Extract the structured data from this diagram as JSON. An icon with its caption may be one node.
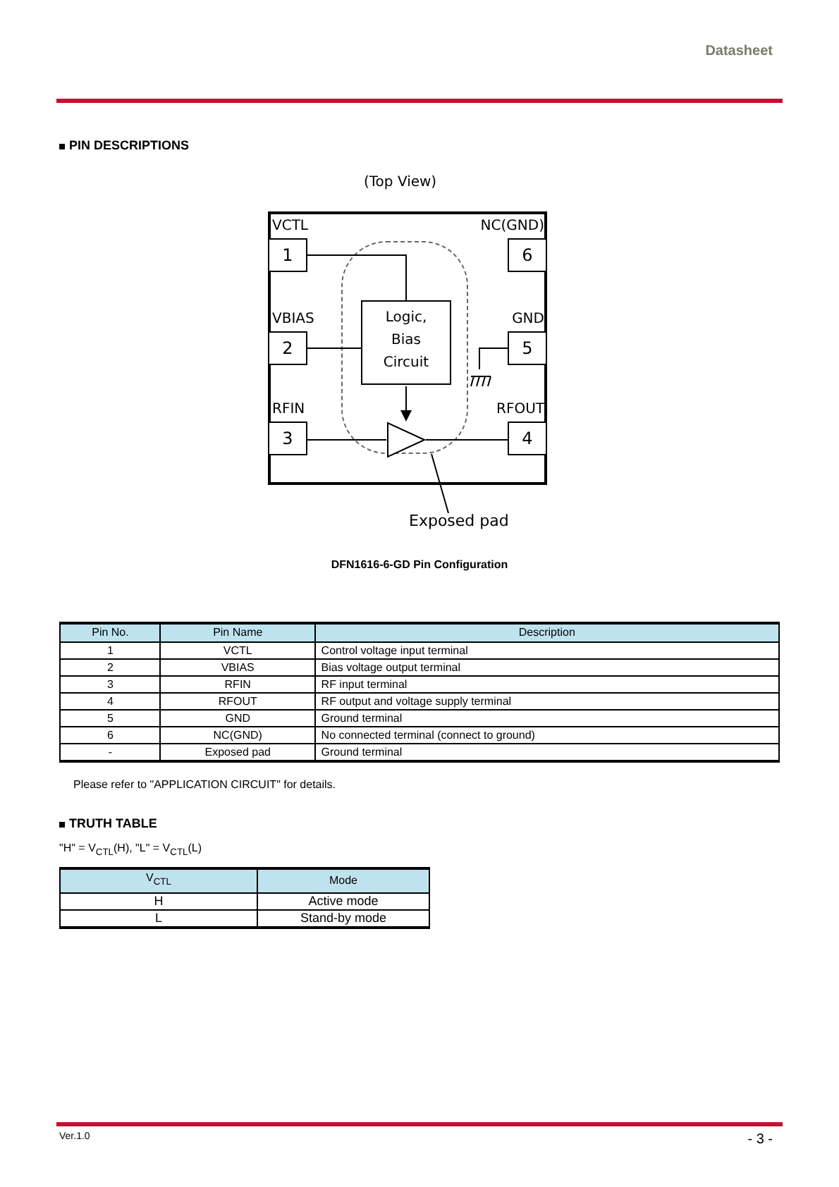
{
  "diagram": {
    "nodes": [
      {
        "text": [],
        "shape": "box"
      },
      {
        "text": [
          "VCTL",
          "1"
        ],
        "in": 0
      },
      {
        "text": [
          "NC(GND)",
          "6"
        ],
        "in": 0
      },
      {
        "text": [
          "VBIAS",
          "2"
        ],
        "in": 0
      },
      {
        "text": [],
        "shape": "box",
        "in": 0
      },
      {
        "text": [
          "Logic, Bias Circuit"
        ],
        "in": 4
      },
      {
        "text": [
          "GND",
          "5"
        ],
        "in": 0
      },
      {
        "text": [],
        "shape": "ground",
        "in": 0
      },
      {
        "text": [
          "RFIN",
          "3"
        ],
        "in": 0
      },
      {
        "text": [],
        "shape": "triangle",
        "in": 4
      },
      {
        "text": [
          "RFOUT",
          "4"
        ],
        "in": 0
      },
      {
        "text": [
          "Exposed pad"
        ]
      }
    ],
    "edges": [
      {
        "from": 1,
        "to": 5,
        "arrow": "none"
      },
      {
        "from": 3,
        "to": 5,
        "arrow": "none"
      },
      {
        "from": 5,
        "to": 9,
        "arrow": "to"
      },
      {
        "from": 8,
        "to": 9,
        "arrow": "none"
      },
      {
        "from": 9,
        "to": 10,
        "arrow": "none"
      },
      {
        "from": 6,
        "to": 7,
        "arrow": "none"
      },
      {
        "from": 11,
        "to": 4,
        "arrow": "none"
      }
    ],
    "labels": [
      "Datasheet",
      "PIN DESCRIPTIONS",
      "(Top View)",
      "DFN1616-6-GD Pin Configuration",
      "Pin No.",
      "Pin Name",
      "Description",
      "1",
      "VCTL",
      "Control voltage input terminal",
      "2",
      "VBIAS",
      "Bias voltage output terminal",
      "3",
      "RFIN",
      "RF input terminal",
      "4",
      "RFOUT",
      "RF output and voltage supply terminal",
      "5",
      "GND",
      "Ground terminal",
      "6",
      "NC(GND)",
      "No connected terminal (connect to ground)",
      "-",
      "Exposed pad",
      "Ground terminal",
      "Please refer to \"APPLICATION CIRCUIT\" for details.",
      "TRUTH TABLE",
      "\"H\" = V$_{CTL}$(H), \"L\" = V$_{CTL}$(L)",
      "V$_{CTL}$",
      "Mode",
      "H",
      "Active mode",
      "L",
      "Stand-by mode",
      "Ver.1.0",
      "- 3 -"
    ]
  }
}
